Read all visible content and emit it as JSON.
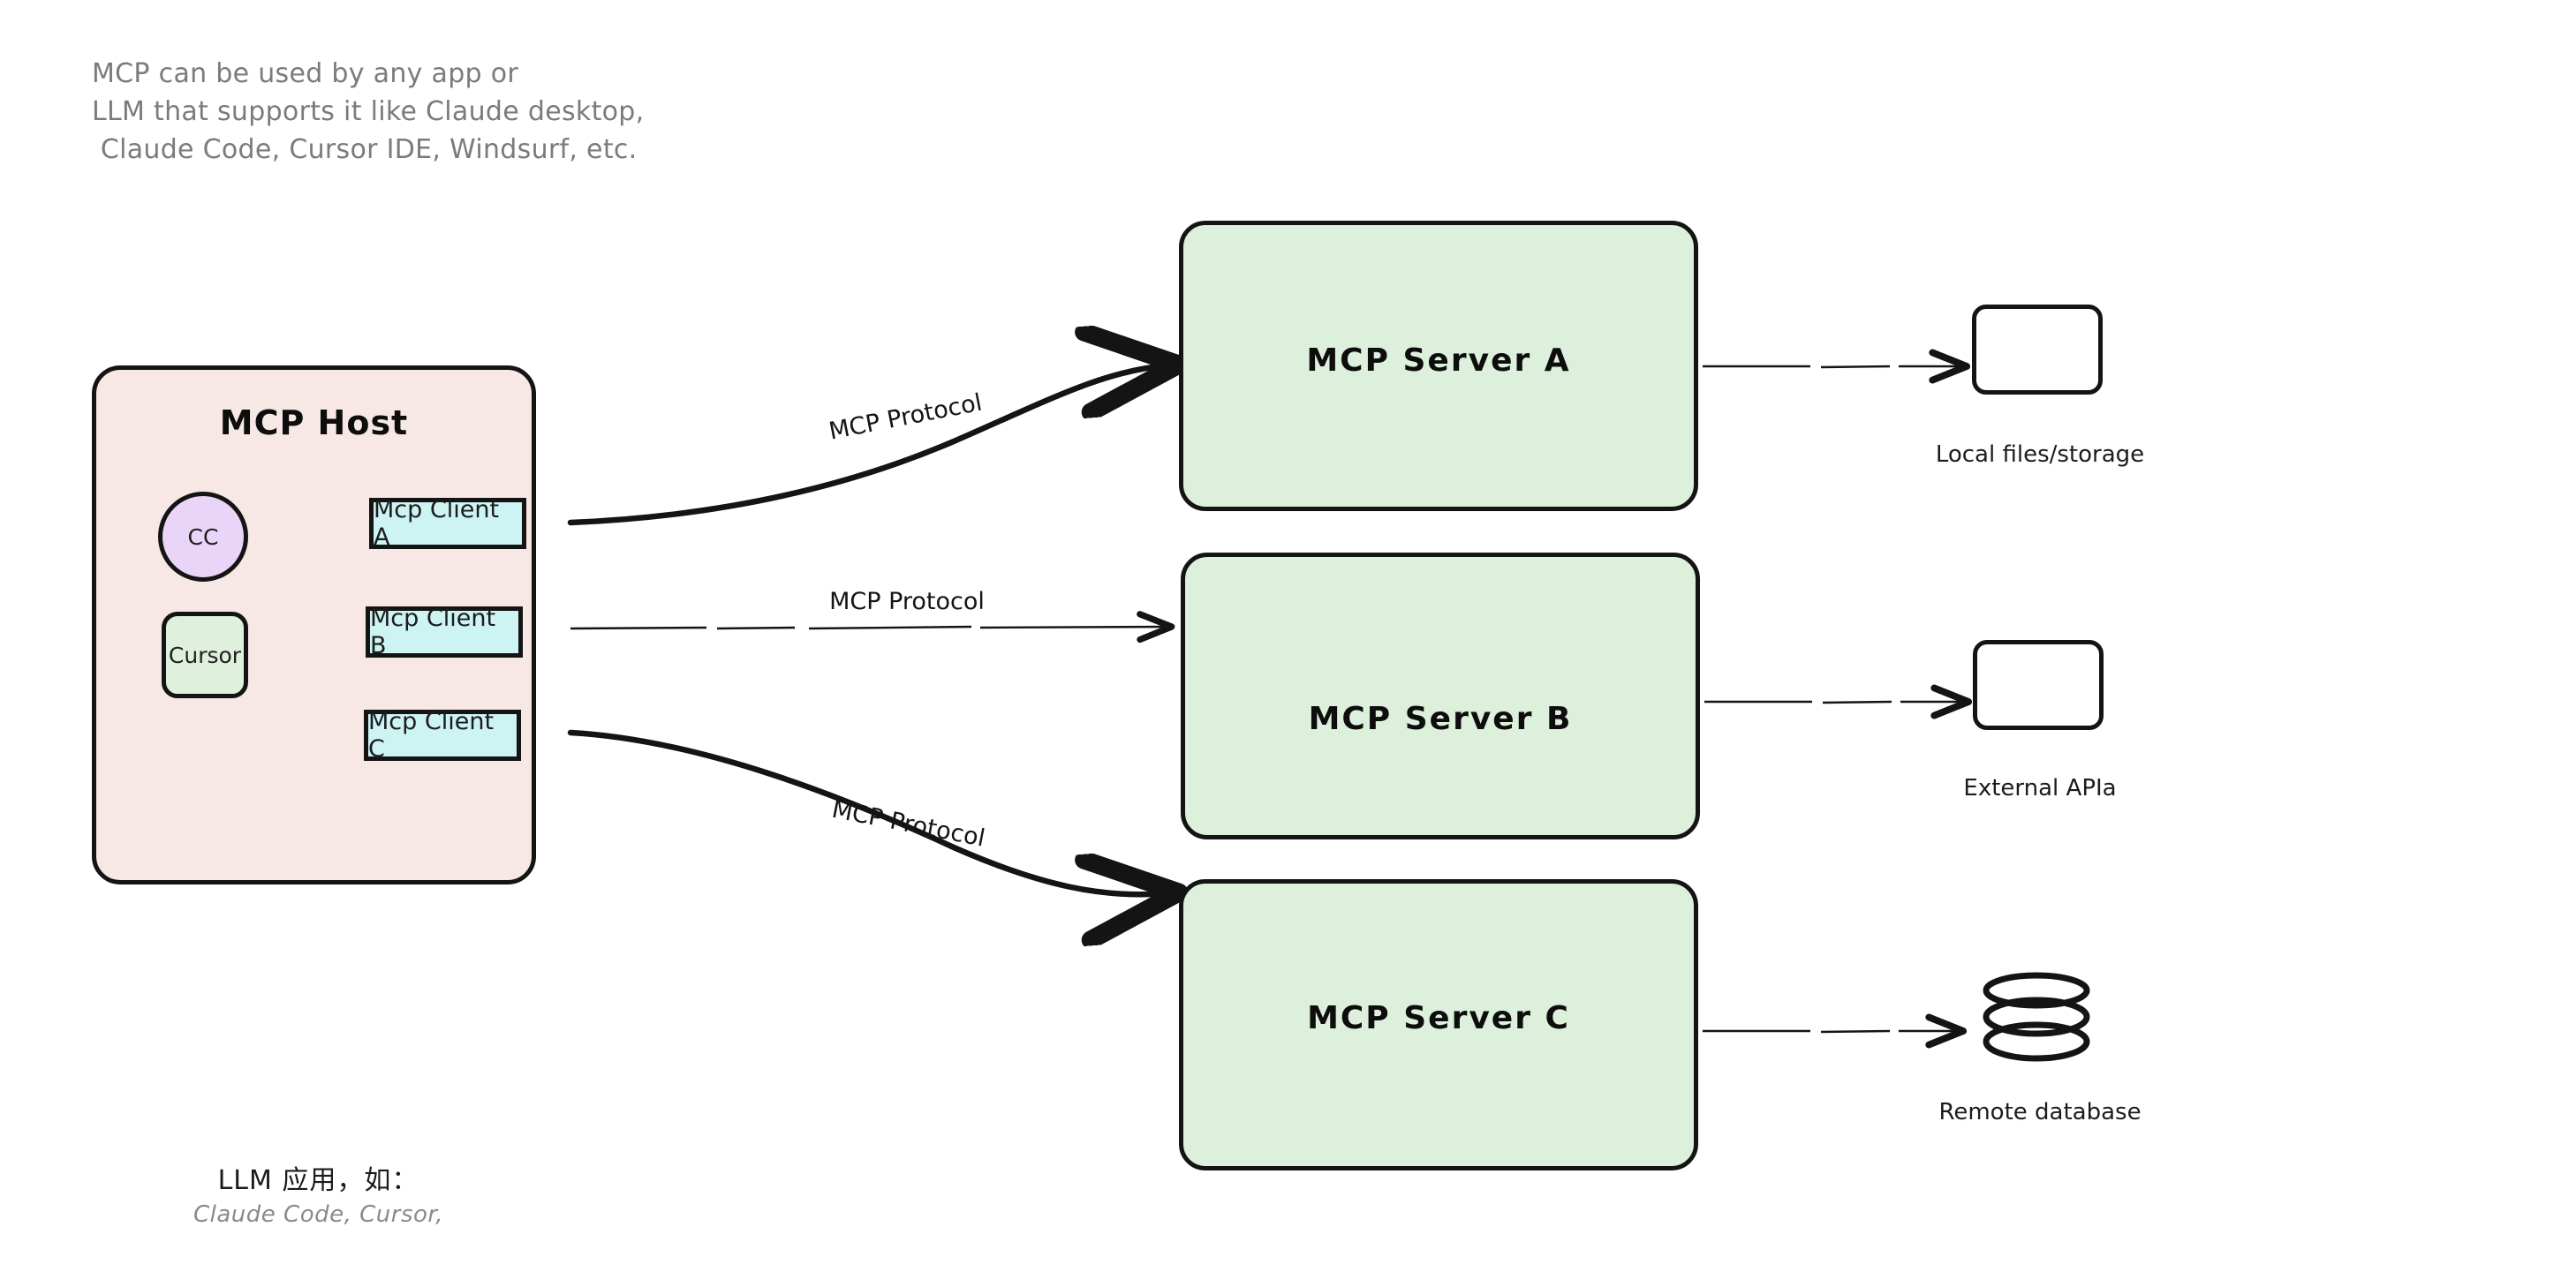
{
  "annotation": {
    "line1": "MCP can be used by any app or",
    "line2": "LLM that supports it like Claude desktop,",
    "line3": " Claude Code, Cursor IDE, Windsurf, etc."
  },
  "host": {
    "title": "MCP Host",
    "apps": [
      {
        "id": "cc",
        "label": "CC",
        "shape": "circle",
        "color": "#e8d5f7"
      },
      {
        "id": "cursor",
        "label": "Cursor",
        "shape": "rounded-square",
        "color": "#dff0dc"
      }
    ],
    "clients": [
      {
        "id": "a",
        "label": "Mcp Client A"
      },
      {
        "id": "b",
        "label": "Mcp Client B"
      },
      {
        "id": "c",
        "label": "Mcp Client C"
      }
    ],
    "footer_main": "LLM 应用，如：",
    "footer_sub": "Claude Code, Cursor,",
    "color": "#f7e7e5"
  },
  "servers": [
    {
      "id": "a",
      "label": "MCP Server A",
      "color": "#ddf0dc"
    },
    {
      "id": "b",
      "label": "MCP Server B",
      "color": "#ddf0dc"
    },
    {
      "id": "c",
      "label": "MCP Server C",
      "color": "#ddf0dc"
    }
  ],
  "resources": [
    {
      "id": "local-files",
      "label": "Local files/storage",
      "icon": "rounded-square-icon"
    },
    {
      "id": "external-apis",
      "label": "External APIa",
      "icon": "rounded-square-icon"
    },
    {
      "id": "remote-database",
      "label": "Remote database",
      "icon": "database-cylinder-icon"
    }
  ],
  "connections": [
    {
      "id": "client-a-to-server-a",
      "label": "MCP Protocol",
      "style": "thick-curve"
    },
    {
      "id": "client-b-to-server-b",
      "label": "MCP Protocol",
      "style": "thin-straight"
    },
    {
      "id": "client-c-to-server-c",
      "label": "MCP Protocol",
      "style": "thick-curve"
    }
  ],
  "protocol_labels": {
    "top": "MCP Protocol",
    "middle": "MCP Protocol",
    "bottom": "MCP Protocol"
  },
  "colors": {
    "stroke": "#141414",
    "host_fill": "#f7e7e5",
    "server_fill": "#ddf0dc",
    "client_fill": "#cdf3f3",
    "cc_fill": "#e8d5f7",
    "cursor_fill": "#dff0dc",
    "note_text": "#7b7b7b",
    "background": "#ffffff"
  }
}
